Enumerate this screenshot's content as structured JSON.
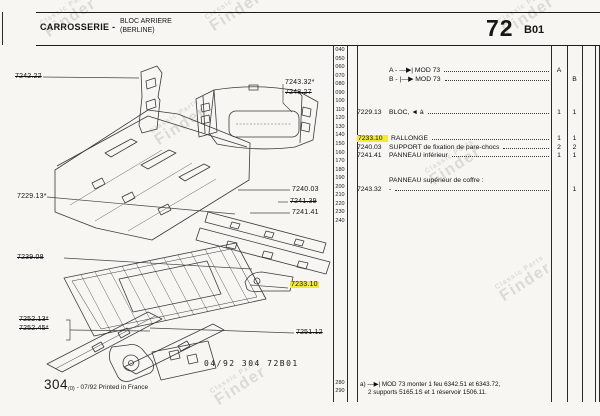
{
  "colors": {
    "highlight": "#f2e93d",
    "paper": "#f7f6f2",
    "ink": "#1c1c1c"
  },
  "header": {
    "section": "CARROSSERIE -",
    "subsection_line1": "BLOC ARRIERE",
    "subsection_line2": "(BERLINE)",
    "page_number": "72",
    "page_code": "B01"
  },
  "watermark": {
    "line1": "Classic Parts",
    "line2": "Finder"
  },
  "diagram": {
    "labels": [
      {
        "text": "7242.22",
        "struck": true,
        "highlight": false
      },
      {
        "text": "7243.32*",
        "struck": false,
        "highlight": false
      },
      {
        "text": "7243.27",
        "struck": true,
        "highlight": false
      },
      {
        "text": "7229.13*",
        "struck": false,
        "highlight": false
      },
      {
        "text": "7239.08",
        "struck": true,
        "highlight": false
      },
      {
        "text": "7240.03",
        "struck": false,
        "highlight": false
      },
      {
        "text": "7241.39",
        "struck": true,
        "highlight": false
      },
      {
        "text": "7241.41",
        "struck": false,
        "highlight": false
      },
      {
        "text": "7233.10",
        "struck": false,
        "highlight": true
      },
      {
        "text": "7252.13*",
        "struck": true,
        "highlight": false
      },
      {
        "text": "7252.45*",
        "struck": true,
        "highlight": false
      },
      {
        "text": "7251.12",
        "struck": true,
        "highlight": false
      }
    ],
    "stamp": "04/92 304 72B01",
    "footer_number": "304",
    "footer_sub": "(0)",
    "footer_note": "- 07/92 Printed in France"
  },
  "table": {
    "margin_numbers": [
      "040",
      "050",
      "060",
      "070",
      "080",
      "090",
      "100",
      "110",
      "120",
      "130",
      "140",
      "150",
      "160",
      "170",
      "180",
      "190",
      "200",
      "210",
      "220",
      "230",
      "240"
    ],
    "margin_numbers_bottom": [
      "280",
      "290"
    ],
    "rows": [
      {
        "ref": "",
        "desc": "A - —▶|  MOD 73",
        "qtyA": "A",
        "qtyB": "",
        "highlight": false
      },
      {
        "ref": "",
        "desc": "B - |—▶  MOD 73",
        "qtyA": "",
        "qtyB": "B",
        "highlight": false
      },
      {
        "ref": "7229.13",
        "desc": "BLOC, ◄ à",
        "qtyA": "1",
        "qtyB": "1",
        "highlight": false
      },
      {
        "ref": "7233.10",
        "desc": "RALLONGE",
        "qtyA": "1",
        "qtyB": "1",
        "highlight": true
      },
      {
        "ref": "7240.03",
        "desc": "SUPPORT de fixation de pare-chocs",
        "qtyA": "2",
        "qtyB": "2",
        "highlight": false
      },
      {
        "ref": "7241.41",
        "desc": "PANNEAU inférieur",
        "qtyA": "1",
        "qtyB": "1",
        "highlight": false
      },
      {
        "ref": "",
        "desc": "PANNEAU supérieur de coffre :",
        "qtyA": "",
        "qtyB": "",
        "highlight": false
      },
      {
        "ref": "7243.32",
        "desc": "-",
        "qtyA": "",
        "qtyB": "1",
        "highlight": false
      }
    ],
    "footnote_line1": "a) —▶| MOD 73 monter 1 feu 6342.51 et 6343.72,",
    "footnote_line2": "2 supports 5165.1S et 1 réservoir 1506.11."
  }
}
